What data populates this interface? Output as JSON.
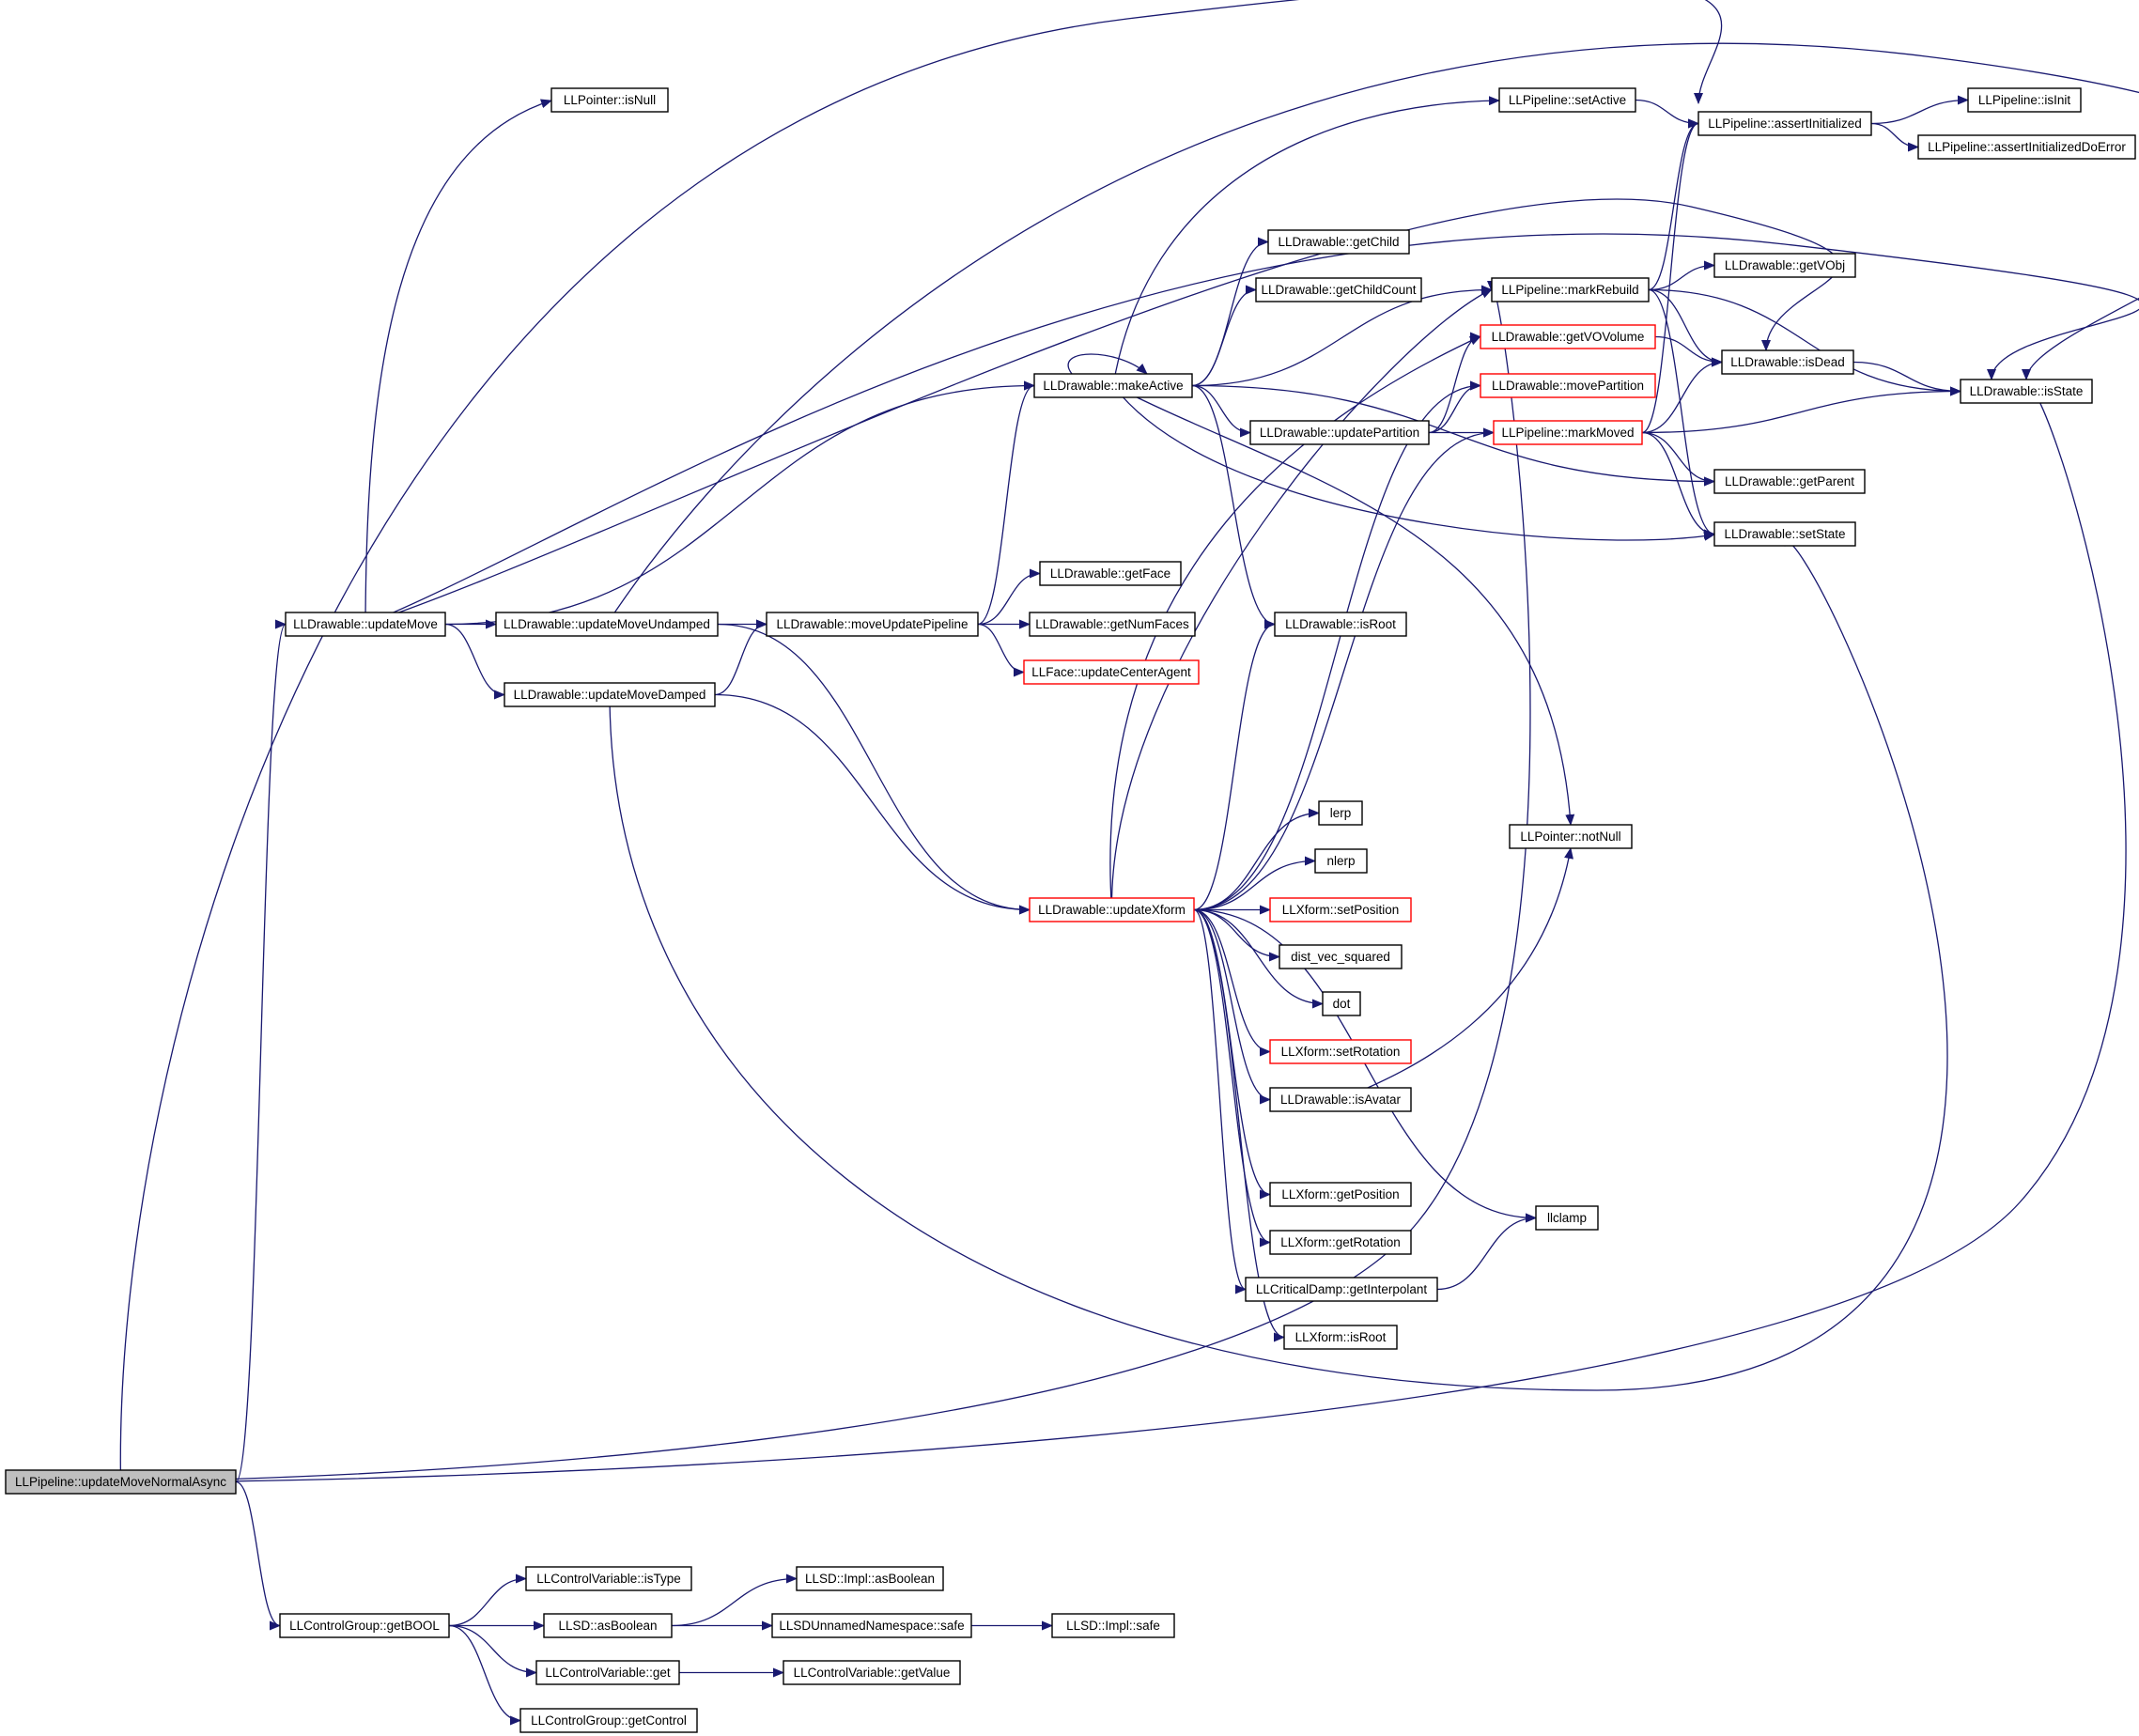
{
  "colors": {
    "edge": "#191970",
    "node_border": "#000000",
    "node_border_incomplete": "#ff0000",
    "root_fill": "#bfbfbf",
    "node_fill": "#ffffff"
  },
  "nodes": [
    {
      "id": "root",
      "label": "LLPipeline::updateMoveNormalAsync",
      "style": "root"
    },
    {
      "id": "updateMove",
      "label": "LLDrawable::updateMove",
      "style": "normal"
    },
    {
      "id": "getBOOL",
      "label": "LLControlGroup::getBOOL",
      "style": "normal"
    },
    {
      "id": "ptrIsNull",
      "label": "LLPointer::isNull",
      "style": "normal"
    },
    {
      "id": "updateMoveUndamped",
      "label": "LLDrawable::updateMoveUndamped",
      "style": "normal"
    },
    {
      "id": "updateMoveDamped",
      "label": "LLDrawable::updateMoveDamped",
      "style": "normal"
    },
    {
      "id": "moveUpdatePipeline",
      "label": "LLDrawable::moveUpdatePipeline",
      "style": "normal"
    },
    {
      "id": "makeActive",
      "label": "LLDrawable::makeActive",
      "style": "normal"
    },
    {
      "id": "getFace",
      "label": "LLDrawable::getFace",
      "style": "normal"
    },
    {
      "id": "getNumFaces",
      "label": "LLDrawable::getNumFaces",
      "style": "normal"
    },
    {
      "id": "updateCenterAgent",
      "label": "LLFace::updateCenterAgent",
      "style": "incomplete"
    },
    {
      "id": "updateXform",
      "label": "LLDrawable::updateXform",
      "style": "incomplete"
    },
    {
      "id": "getChild",
      "label": "LLDrawable::getChild",
      "style": "normal"
    },
    {
      "id": "getChildCount",
      "label": "LLDrawable::getChildCount",
      "style": "normal"
    },
    {
      "id": "updatePartition",
      "label": "LLDrawable::updatePartition",
      "style": "normal"
    },
    {
      "id": "isRoot",
      "label": "LLDrawable::isRoot",
      "style": "normal"
    },
    {
      "id": "lerp",
      "label": "lerp",
      "style": "normal"
    },
    {
      "id": "nlerp",
      "label": "nlerp",
      "style": "normal"
    },
    {
      "id": "setPosition",
      "label": "LLXform::setPosition",
      "style": "incomplete"
    },
    {
      "id": "distVecSquared",
      "label": "dist_vec_squared",
      "style": "normal"
    },
    {
      "id": "dot",
      "label": "dot",
      "style": "normal"
    },
    {
      "id": "setRotation",
      "label": "LLXform::setRotation",
      "style": "incomplete"
    },
    {
      "id": "isAvatar",
      "label": "LLDrawable::isAvatar",
      "style": "normal"
    },
    {
      "id": "xfGetPosition",
      "label": "LLXform::getPosition",
      "style": "normal"
    },
    {
      "id": "xfGetRotation",
      "label": "LLXform::getRotation",
      "style": "normal"
    },
    {
      "id": "getInterpolant",
      "label": "LLCriticalDamp::getInterpolant",
      "style": "normal"
    },
    {
      "id": "xfIsRoot",
      "label": "LLXform::isRoot",
      "style": "normal"
    },
    {
      "id": "setActive",
      "label": "LLPipeline::setActive",
      "style": "normal"
    },
    {
      "id": "markRebuild",
      "label": "LLPipeline::markRebuild",
      "style": "normal"
    },
    {
      "id": "getVOVolume",
      "label": "LLDrawable::getVOVolume",
      "style": "incomplete"
    },
    {
      "id": "movePartition",
      "label": "LLDrawable::movePartition",
      "style": "incomplete"
    },
    {
      "id": "markMoved",
      "label": "LLPipeline::markMoved",
      "style": "incomplete"
    },
    {
      "id": "notNull",
      "label": "LLPointer::notNull",
      "style": "normal"
    },
    {
      "id": "llclamp",
      "label": "llclamp",
      "style": "normal"
    },
    {
      "id": "assertInitialized",
      "label": "LLPipeline::assertInitialized",
      "style": "normal"
    },
    {
      "id": "isInit",
      "label": "LLPipeline::isInit",
      "style": "normal"
    },
    {
      "id": "assertInitializedDoError",
      "label": "LLPipeline::assertInitializedDoError",
      "style": "normal"
    },
    {
      "id": "getVObj",
      "label": "LLDrawable::getVObj",
      "style": "normal"
    },
    {
      "id": "isDead",
      "label": "LLDrawable::isDead",
      "style": "normal"
    },
    {
      "id": "isState",
      "label": "LLDrawable::isState",
      "style": "normal"
    },
    {
      "id": "getParent",
      "label": "LLDrawable::getParent",
      "style": "normal"
    },
    {
      "id": "setState",
      "label": "LLDrawable::setState",
      "style": "normal"
    },
    {
      "id": "isType",
      "label": "LLControlVariable::isType",
      "style": "normal"
    },
    {
      "id": "llsdAsBoolean",
      "label": "LLSD::asBoolean",
      "style": "normal"
    },
    {
      "id": "cvGet",
      "label": "LLControlVariable::get",
      "style": "normal"
    },
    {
      "id": "getControl",
      "label": "LLControlGroup::getControl",
      "style": "normal"
    },
    {
      "id": "implAsBoolean",
      "label": "LLSD::Impl::asBoolean",
      "style": "normal"
    },
    {
      "id": "unnamedSafe",
      "label": "LLSDUnnamedNamespace::safe",
      "style": "normal"
    },
    {
      "id": "implSafe",
      "label": "LLSD::Impl::safe",
      "style": "normal"
    },
    {
      "id": "getValue",
      "label": "LLControlVariable::getValue",
      "style": "normal"
    }
  ],
  "edges": [
    [
      "root",
      "updateMove"
    ],
    [
      "root",
      "assertInitialized"
    ],
    [
      "root",
      "isState"
    ],
    [
      "root",
      "markRebuild"
    ],
    [
      "root",
      "getBOOL"
    ],
    [
      "updateMove",
      "ptrIsNull"
    ],
    [
      "updateMove",
      "updateMoveUndamped"
    ],
    [
      "updateMove",
      "updateMoveDamped"
    ],
    [
      "updateMove",
      "makeActive"
    ],
    [
      "updateMove",
      "isDead"
    ],
    [
      "updateMove",
      "isState"
    ],
    [
      "updateMoveUndamped",
      "moveUpdatePipeline"
    ],
    [
      "updateMoveUndamped",
      "updateXform"
    ],
    [
      "updateMoveUndamped",
      "isState"
    ],
    [
      "updateMoveDamped",
      "moveUpdatePipeline"
    ],
    [
      "updateMoveDamped",
      "updateXform"
    ],
    [
      "updateMoveDamped",
      "setState"
    ],
    [
      "moveUpdatePipeline",
      "makeActive"
    ],
    [
      "moveUpdatePipeline",
      "getFace"
    ],
    [
      "moveUpdatePipeline",
      "getNumFaces"
    ],
    [
      "moveUpdatePipeline",
      "updateCenterAgent"
    ],
    [
      "makeActive",
      "makeActive"
    ],
    [
      "makeActive",
      "getChild"
    ],
    [
      "makeActive",
      "getChildCount"
    ],
    [
      "makeActive",
      "markRebuild"
    ],
    [
      "makeActive",
      "updatePartition"
    ],
    [
      "makeActive",
      "setActive"
    ],
    [
      "makeActive",
      "getParent"
    ],
    [
      "makeActive",
      "setState"
    ],
    [
      "makeActive",
      "isRoot"
    ],
    [
      "makeActive",
      "notNull"
    ],
    [
      "updatePartition",
      "getVOVolume"
    ],
    [
      "updatePartition",
      "movePartition"
    ],
    [
      "updatePartition",
      "markMoved"
    ],
    [
      "setActive",
      "assertInitialized"
    ],
    [
      "markRebuild",
      "assertInitialized"
    ],
    [
      "markRebuild",
      "getVObj"
    ],
    [
      "markRebuild",
      "isDead"
    ],
    [
      "markRebuild",
      "isState"
    ],
    [
      "markRebuild",
      "setState"
    ],
    [
      "getVOVolume",
      "isDead"
    ],
    [
      "markMoved",
      "assertInitialized"
    ],
    [
      "markMoved",
      "isDead"
    ],
    [
      "markMoved",
      "isState"
    ],
    [
      "markMoved",
      "getParent"
    ],
    [
      "markMoved",
      "setState"
    ],
    [
      "assertInitialized",
      "isInit"
    ],
    [
      "assertInitialized",
      "assertInitializedDoError"
    ],
    [
      "isDead",
      "isState"
    ],
    [
      "updateXform",
      "getVOVolume"
    ],
    [
      "updateXform",
      "movePartition"
    ],
    [
      "updateXform",
      "markMoved"
    ],
    [
      "updateXform",
      "isRoot"
    ],
    [
      "updateXform",
      "markRebuild"
    ],
    [
      "updateXform",
      "lerp"
    ],
    [
      "updateXform",
      "nlerp"
    ],
    [
      "updateXform",
      "setPosition"
    ],
    [
      "updateXform",
      "distVecSquared"
    ],
    [
      "updateXform",
      "dot"
    ],
    [
      "updateXform",
      "setRotation"
    ],
    [
      "updateXform",
      "isAvatar"
    ],
    [
      "updateXform",
      "llclamp"
    ],
    [
      "updateXform",
      "xfGetPosition"
    ],
    [
      "updateXform",
      "xfGetRotation"
    ],
    [
      "updateXform",
      "getInterpolant"
    ],
    [
      "updateXform",
      "xfIsRoot"
    ],
    [
      "isAvatar",
      "notNull"
    ],
    [
      "getInterpolant",
      "llclamp"
    ],
    [
      "getBOOL",
      "isType"
    ],
    [
      "getBOOL",
      "llsdAsBoolean"
    ],
    [
      "getBOOL",
      "cvGet"
    ],
    [
      "getBOOL",
      "getControl"
    ],
    [
      "llsdAsBoolean",
      "implAsBoolean"
    ],
    [
      "llsdAsBoolean",
      "unnamedSafe"
    ],
    [
      "unnamedSafe",
      "implSafe"
    ],
    [
      "cvGet",
      "getValue"
    ]
  ]
}
